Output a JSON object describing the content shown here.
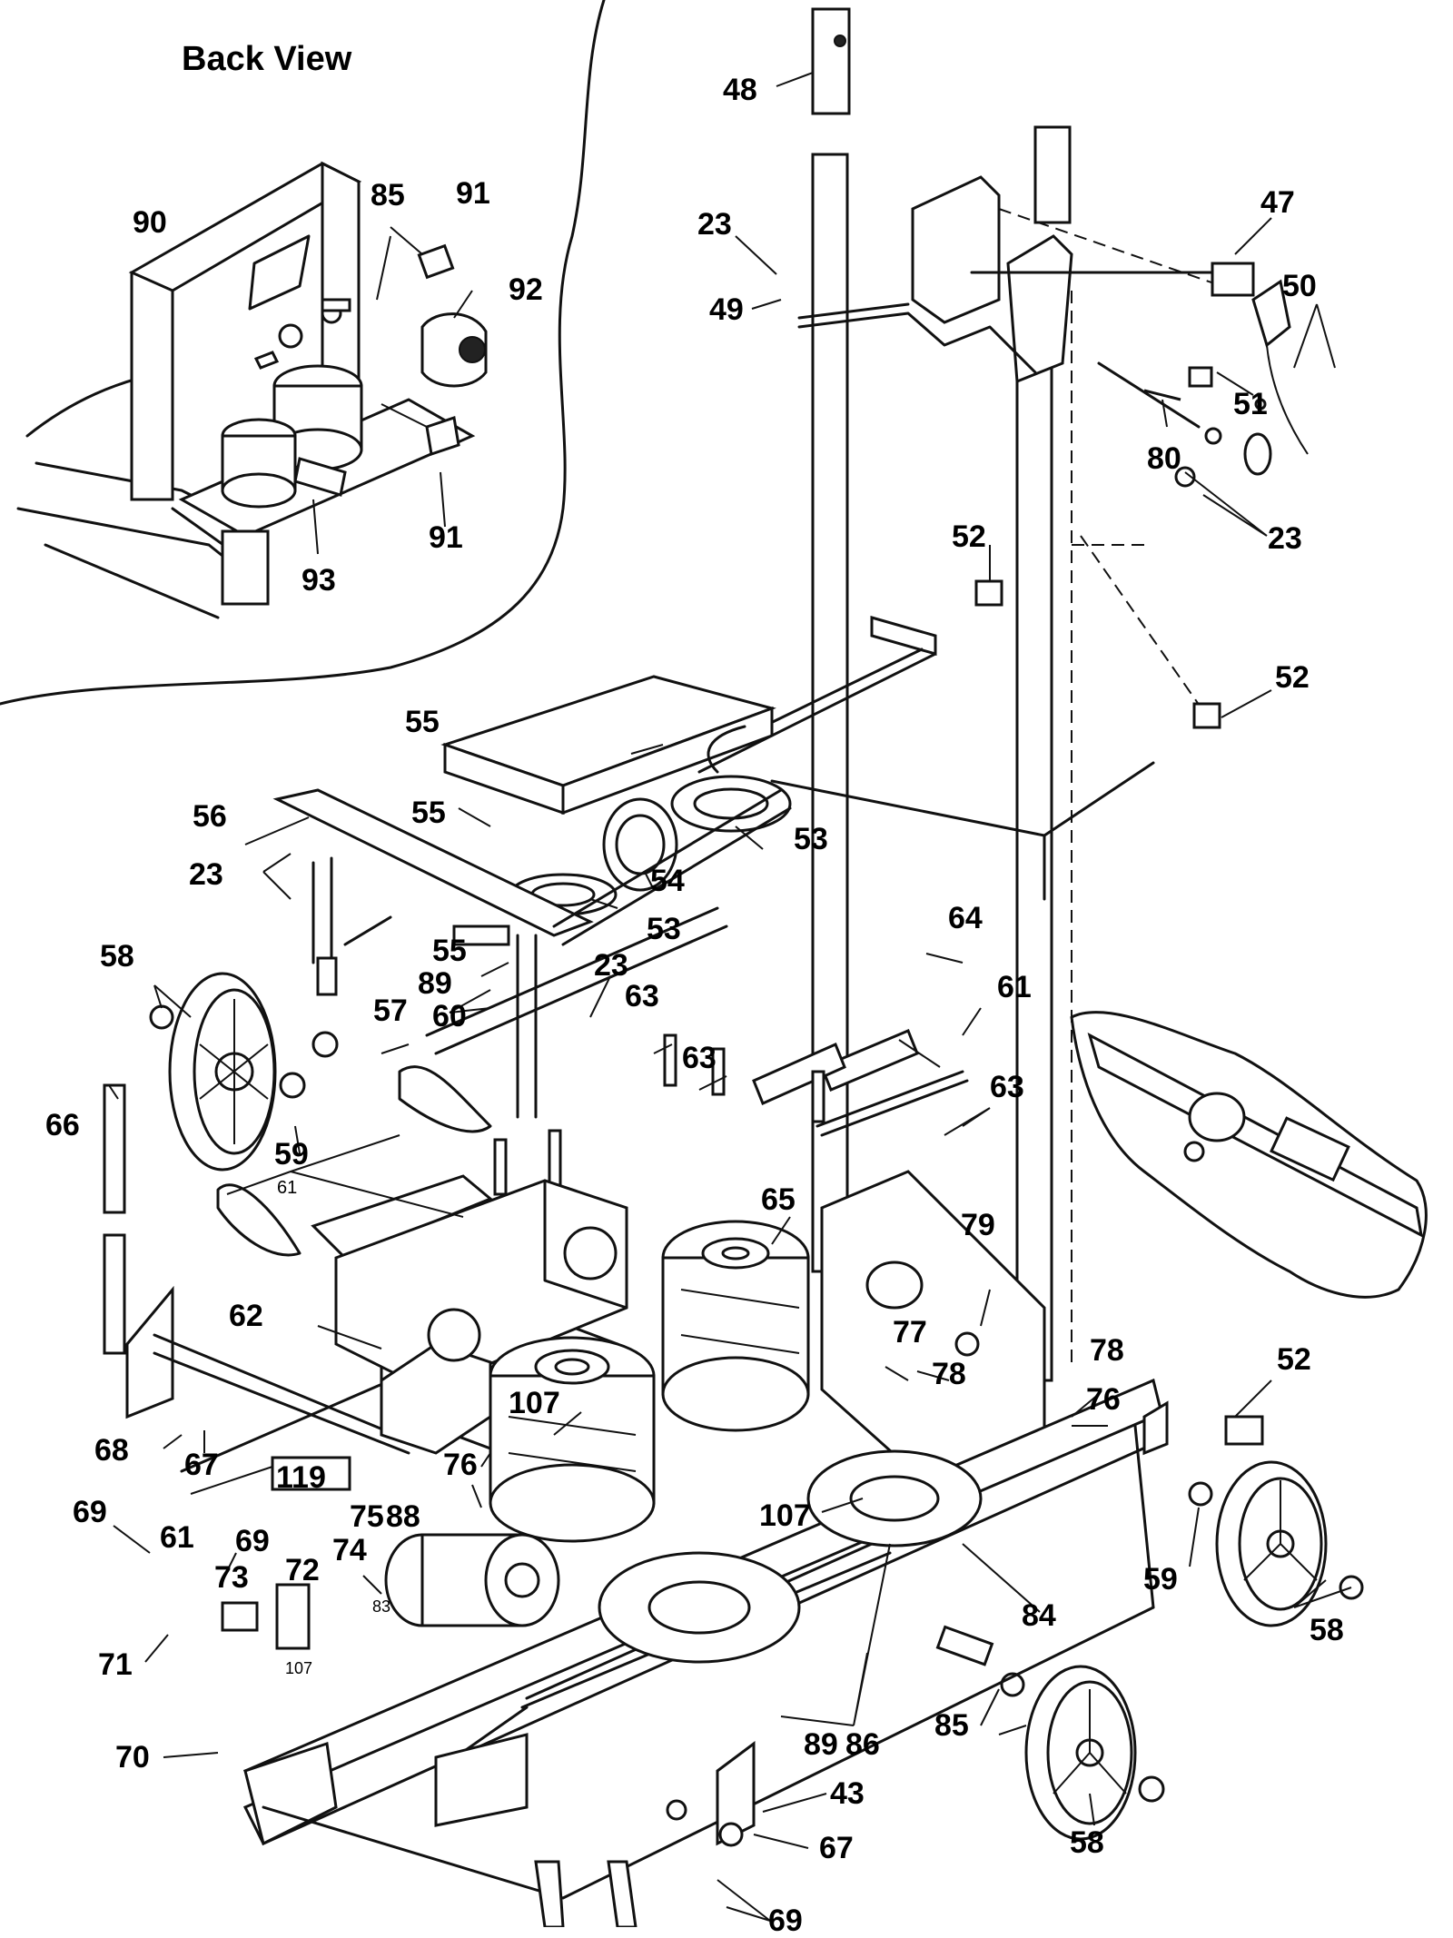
{
  "inset": {
    "title": "Back View"
  },
  "callouts": {
    "c48": "48",
    "c23a": "23",
    "c49": "49",
    "c47": "47",
    "c50": "50",
    "c51": "51",
    "c80": "80",
    "c23b": "23",
    "c52a": "52",
    "c52b": "52",
    "c55a": "55",
    "c56": "56",
    "c55b": "55",
    "c53a": "53",
    "c54": "54",
    "c53b": "53",
    "c23c": "23",
    "c58a": "58",
    "c55c": "55",
    "c89a": "89",
    "c23d": "23",
    "c64": "64",
    "c57": "57",
    "c60": "60",
    "c63a": "63",
    "c61a": "61",
    "c63b": "63",
    "c63c": "63",
    "c59a": "59",
    "c66": "66",
    "c61b": "61",
    "c65": "65",
    "c79": "79",
    "c62": "62",
    "c77": "77",
    "c78a": "78",
    "c78b": "78",
    "c107a": "107",
    "c76a": "76",
    "c76b": "76",
    "c68": "68",
    "c67a": "67",
    "c52c": "52",
    "c119": "119",
    "c107b": "107",
    "c61c": "61",
    "c69a": "69",
    "c69b": "69",
    "c75": "75",
    "c88": "88",
    "c74": "74",
    "c73": "73",
    "c72": "72",
    "c59b": "59",
    "c58b": "58",
    "c84": "84",
    "c71": "71",
    "c85b": "85",
    "c89b": "89",
    "c86": "86",
    "c70": "70",
    "c43": "43",
    "c67b": "67",
    "c58c": "58",
    "c69c": "69",
    "c90": "90",
    "c85a": "85",
    "c91a": "91",
    "c92": "92",
    "c91b": "91",
    "c93": "93"
  },
  "small_marks": {
    "m61": "61",
    "m107": "107",
    "m83": "83"
  }
}
